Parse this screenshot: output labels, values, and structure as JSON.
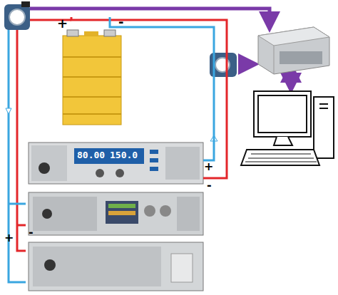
{
  "diagram": {
    "nodes": [
      {
        "text": [
          "+",
          "-"
        ]
      },
      {
        "text": [
          "80.00",
          "150.0"
        ]
      }
    ],
    "edges": [
      {
        "from": 0,
        "to": 1,
        "arrow": "none"
      },
      {
        "from": 0,
        "to": 1,
        "arrow": "none"
      }
    ],
    "labels": [
      "+",
      "-",
      "+",
      "-"
    ]
  }
}
